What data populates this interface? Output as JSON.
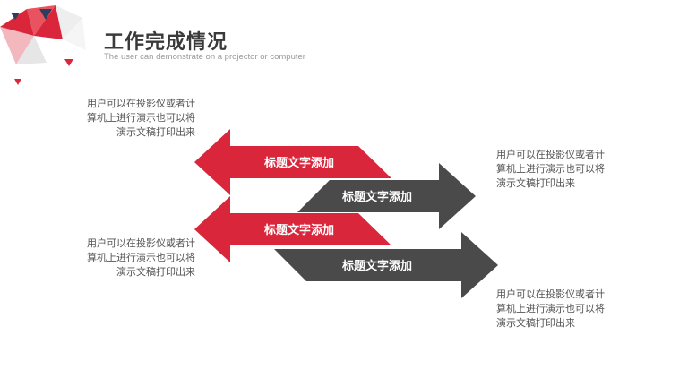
{
  "header": {
    "title": "工作完成情况",
    "subtitle": "The user can demonstrate on a projector or computer"
  },
  "colors": {
    "red": "#d9263b",
    "gray": "#4a4a4a",
    "title_text": "#3a3a3a",
    "body_text": "#555555"
  },
  "diagram": {
    "arrows": [
      {
        "label": "标题文字添加",
        "direction": "left",
        "color": "red"
      },
      {
        "label": "标题文字添加",
        "direction": "right",
        "color": "gray"
      },
      {
        "label": "标题文字添加",
        "direction": "left",
        "color": "red"
      },
      {
        "label": "标题文字添加",
        "direction": "right",
        "color": "gray"
      }
    ],
    "notes": [
      {
        "line1": "用户可以在投影仪或者计",
        "line2": "算机上进行演示也可以将",
        "line3": "演示文稿打印出来"
      },
      {
        "line1": "用户可以在投影仪或者计",
        "line2": "算机上进行演示也可以将",
        "line3": "演示文稿打印出来"
      },
      {
        "line1": "用户可以在投影仪或者计",
        "line2": "算机上进行演示也可以将",
        "line3": "演示文稿打印出来"
      },
      {
        "line1": "用户可以在投影仪或者计",
        "line2": "算机上进行演示也可以将",
        "line3": "演示文稿打印出来"
      }
    ]
  }
}
